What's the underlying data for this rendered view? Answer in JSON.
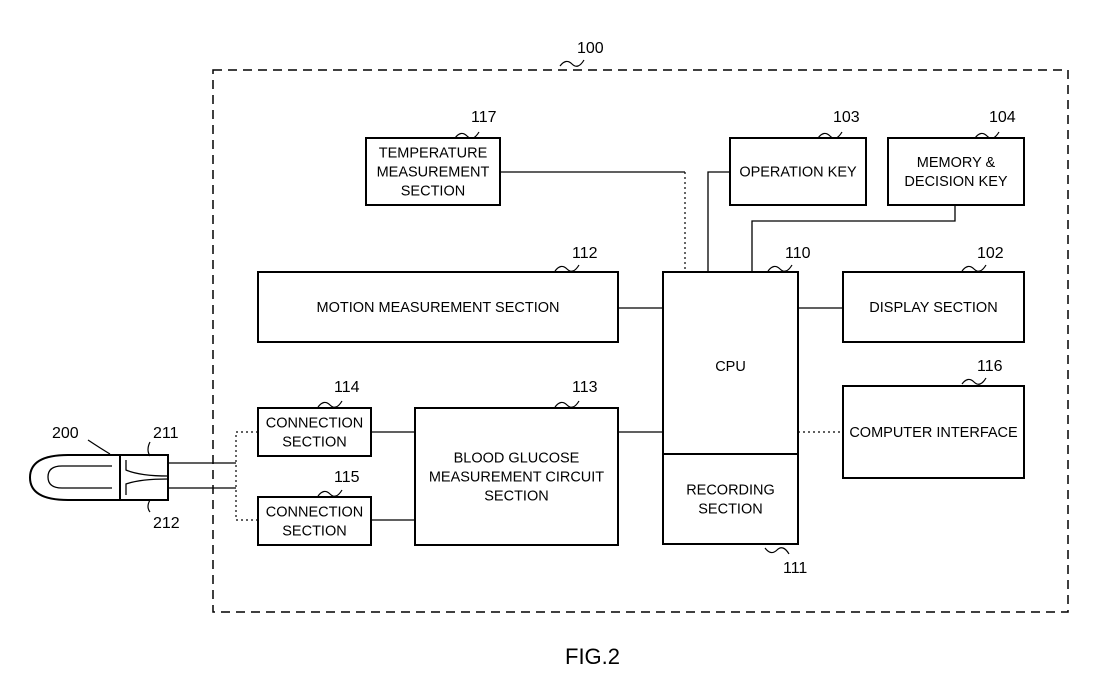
{
  "figure_label": "FIG.2",
  "refs": {
    "device": "100",
    "sensor": "200",
    "electrode_a": "211",
    "electrode_b": "212"
  },
  "blocks": {
    "temperature": {
      "ref": "117",
      "lines": [
        "TEMPERATURE",
        "MEASUREMENT",
        "SECTION"
      ]
    },
    "operation_key": {
      "ref": "103",
      "lines": [
        "OPERATION KEY"
      ]
    },
    "memory_key": {
      "ref": "104",
      "lines": [
        "MEMORY &",
        "DECISION KEY"
      ]
    },
    "motion": {
      "ref": "112",
      "lines": [
        "MOTION MEASUREMENT SECTION"
      ]
    },
    "cpu": {
      "ref": "110",
      "lines": [
        "CPU"
      ]
    },
    "display": {
      "ref": "102",
      "lines": [
        "DISPLAY SECTION"
      ]
    },
    "computer_if": {
      "ref": "116",
      "lines": [
        "COMPUTER INTERFACE"
      ]
    },
    "connection1": {
      "ref": "114",
      "lines": [
        "CONNECTION",
        "SECTION"
      ]
    },
    "connection2": {
      "ref": "115",
      "lines": [
        "CONNECTION",
        "SECTION"
      ]
    },
    "glucose": {
      "ref": "113",
      "lines": [
        "BLOOD GLUCOSE",
        "MEASUREMENT CIRCUIT",
        "SECTION"
      ]
    },
    "recording": {
      "ref": "111",
      "lines": [
        "RECORDING",
        "SECTION"
      ]
    }
  }
}
